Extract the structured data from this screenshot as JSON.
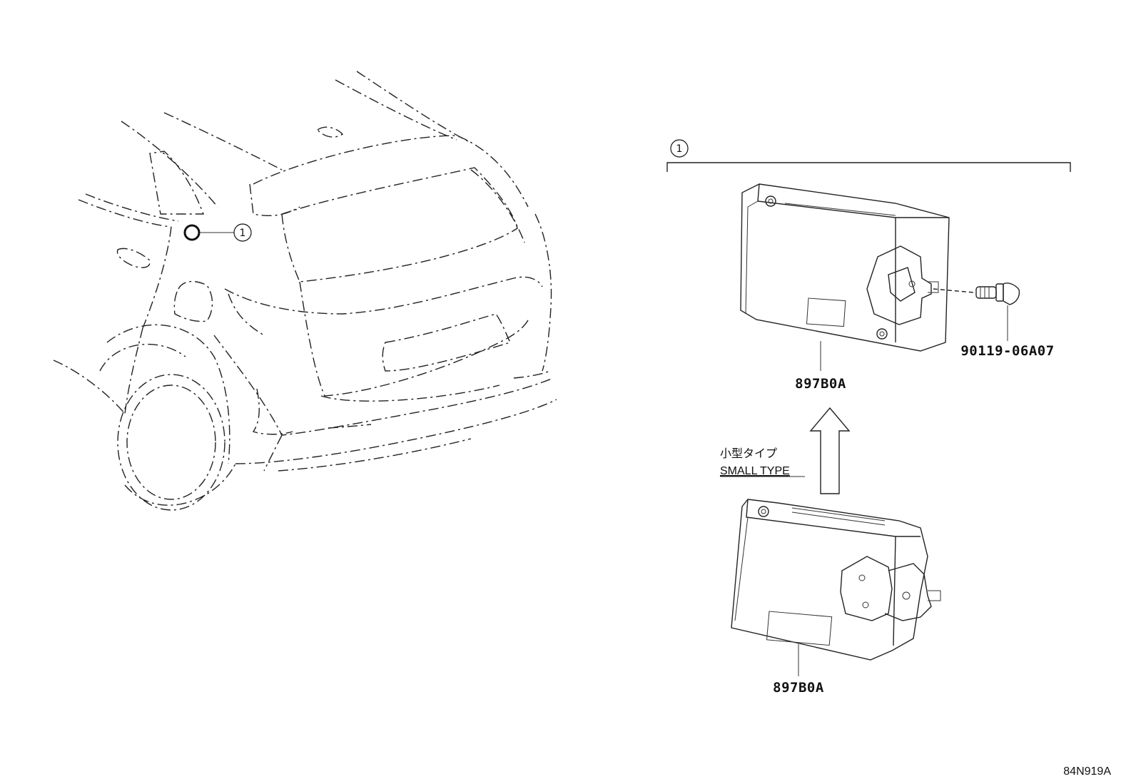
{
  "callouts": {
    "car_ref": "1",
    "group_ref": "1"
  },
  "parts": {
    "module_main": "897B0A",
    "module_small": "897B0A",
    "bolt": "90119-06A07"
  },
  "note": {
    "jp": "小型タイプ",
    "en": "SMALL TYPE"
  },
  "diagram_code": "84N919A"
}
